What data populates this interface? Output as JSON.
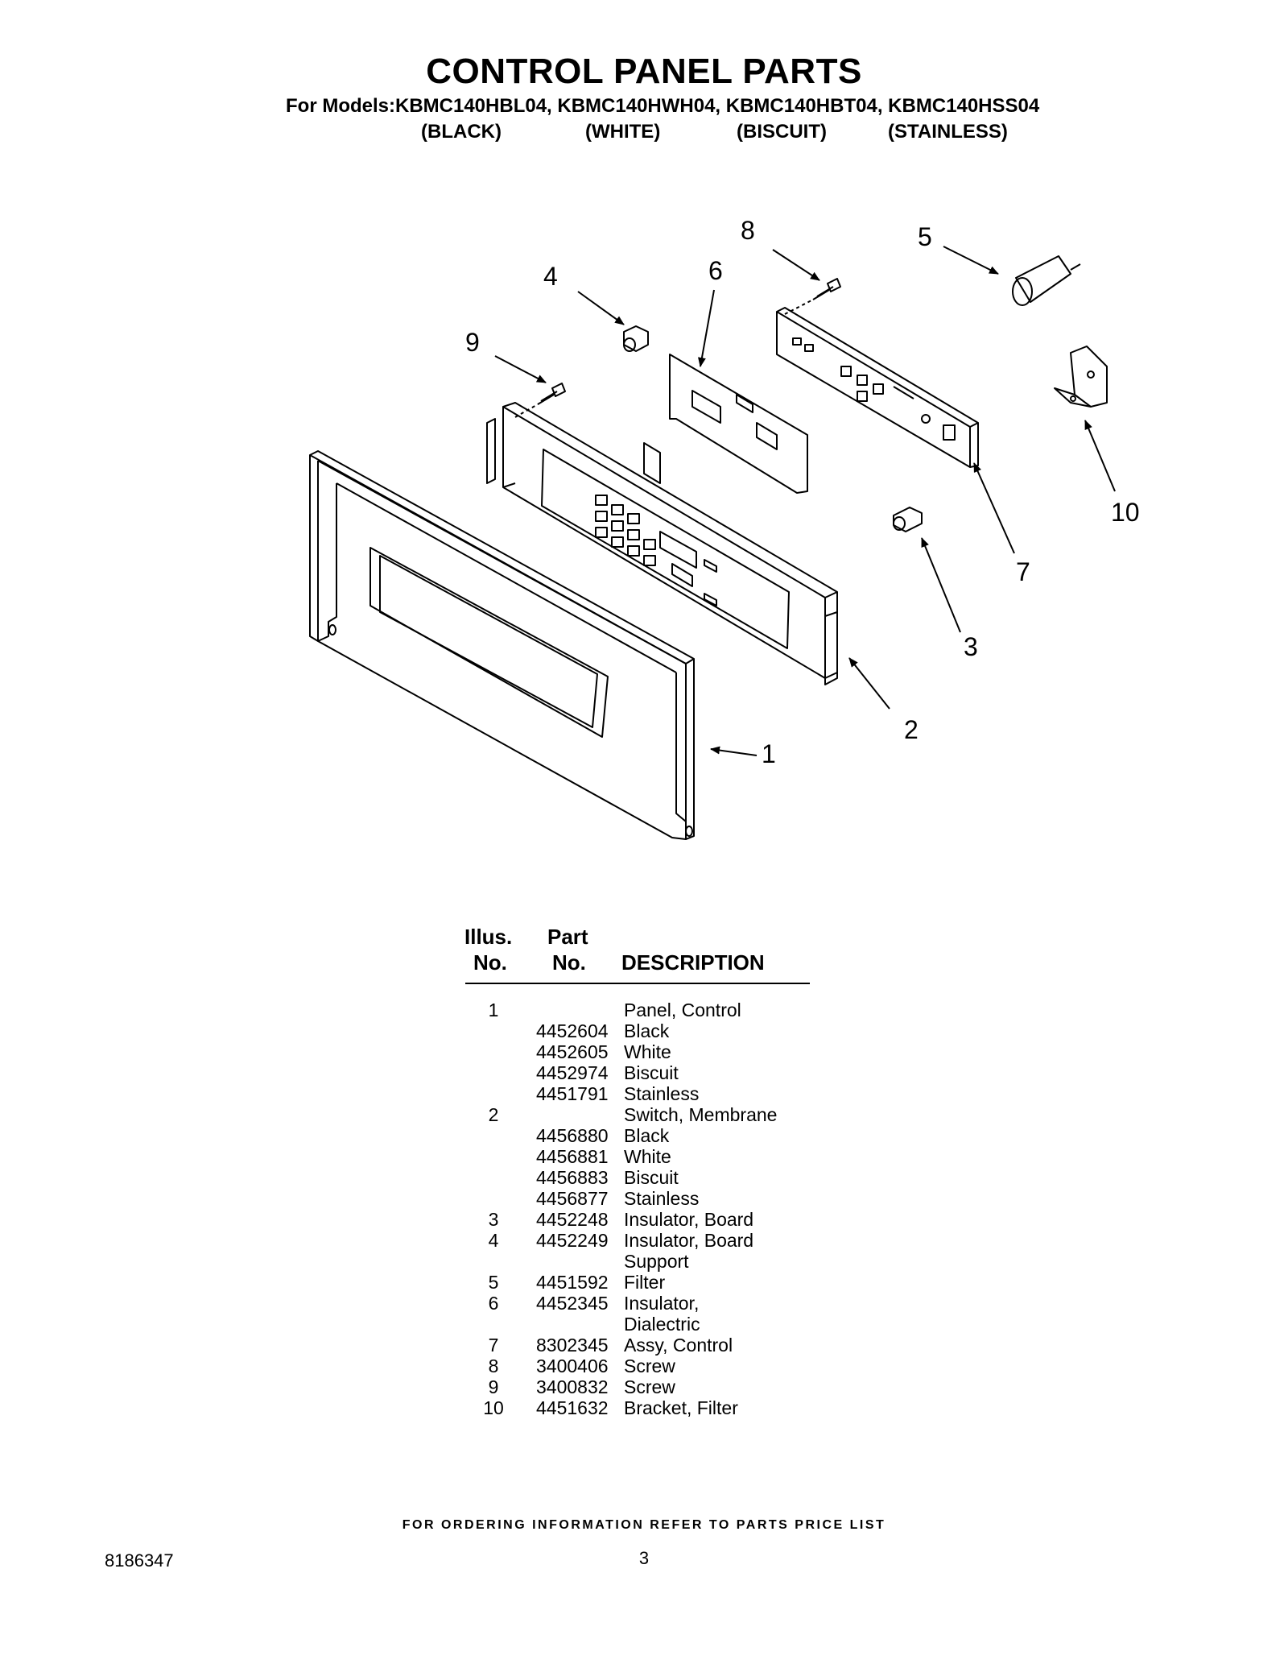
{
  "title": "CONTROL PANEL PARTS",
  "models_line": "For Models:KBMC140HBL04, KBMC140HWH04, KBMC140HBT04, KBMC140HSS04",
  "model_colors": [
    "(BLACK)",
    "(WHITE)",
    "(BISCUIT)",
    "(STAINLESS)"
  ],
  "diagram": {
    "callouts": [
      "1",
      "2",
      "3",
      "4",
      "5",
      "6",
      "7",
      "8",
      "9",
      "10"
    ]
  },
  "table": {
    "headers": {
      "illus_line1": "Illus.",
      "illus_line2": "No.",
      "part_line1": "Part",
      "part_line2": "No.",
      "description": "DESCRIPTION"
    },
    "rows": [
      {
        "illus": "1",
        "part": "",
        "desc": "Panel, Control"
      },
      {
        "illus": "",
        "part": "4452604",
        "desc": "Black"
      },
      {
        "illus": "",
        "part": "4452605",
        "desc": "White"
      },
      {
        "illus": "",
        "part": "4452974",
        "desc": "Biscuit"
      },
      {
        "illus": "",
        "part": "4451791",
        "desc": "Stainless"
      },
      {
        "illus": "2",
        "part": "",
        "desc": "Switch, Membrane"
      },
      {
        "illus": "",
        "part": "4456880",
        "desc": "Black"
      },
      {
        "illus": "",
        "part": "4456881",
        "desc": "White"
      },
      {
        "illus": "",
        "part": "4456883",
        "desc": "Biscuit"
      },
      {
        "illus": "",
        "part": "4456877",
        "desc": "Stainless"
      },
      {
        "illus": "3",
        "part": "4452248",
        "desc": "Insulator, Board"
      },
      {
        "illus": "4",
        "part": "4452249",
        "desc": "Insulator, Board"
      },
      {
        "illus": "",
        "part": "",
        "desc": "Support"
      },
      {
        "illus": "5",
        "part": "4451592",
        "desc": "Filter"
      },
      {
        "illus": "6",
        "part": "4452345",
        "desc": "Insulator,"
      },
      {
        "illus": "",
        "part": "",
        "desc": "Dialectric"
      },
      {
        "illus": "7",
        "part": "8302345",
        "desc": "Assy, Control"
      },
      {
        "illus": "8",
        "part": "3400406",
        "desc": "Screw"
      },
      {
        "illus": "9",
        "part": "3400832",
        "desc": "Screw"
      },
      {
        "illus": "10",
        "part": "4451632",
        "desc": "Bracket, Filter"
      }
    ]
  },
  "footer": {
    "ordering_note": "FOR ORDERING INFORMATION REFER TO PARTS PRICE LIST",
    "document_number": "8186347",
    "page_number": "3"
  }
}
